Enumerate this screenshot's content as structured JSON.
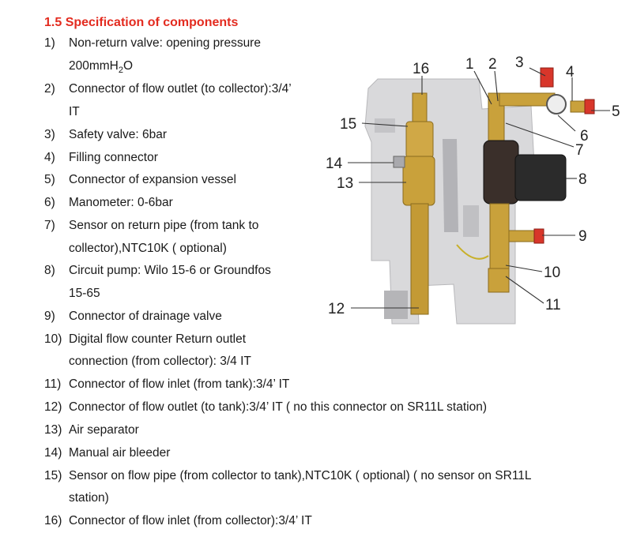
{
  "section": {
    "title": "1.5 Specification of components"
  },
  "items": [
    {
      "num": "1)",
      "lines": [
        "Non-return valve: opening pressure"
      ],
      "extra": {
        "pre": "200mmH",
        "sub": "2",
        "post": "O"
      }
    },
    {
      "num": "2)",
      "lines": [
        "Connector of flow outlet (to collector):3/4’",
        "IT"
      ]
    },
    {
      "num": "3)",
      "lines": [
        "Safety valve: 6bar"
      ]
    },
    {
      "num": "4)",
      "lines": [
        "Filling connector"
      ]
    },
    {
      "num": "5)",
      "lines": [
        "Connector of expansion vessel"
      ]
    },
    {
      "num": "6)",
      "lines": [
        "Manometer: 0-6bar"
      ]
    },
    {
      "num": "7)",
      "lines": [
        "Sensor on return pipe (from tank to",
        "collector),NTC10K ( optional)"
      ]
    },
    {
      "num": "8)",
      "lines": [
        "Circuit pump: Wilo 15-6 or Groundfos",
        "15-65"
      ]
    },
    {
      "num": "9)",
      "lines": [
        "Connector of drainage valve"
      ]
    },
    {
      "num": "10)",
      "lines": [
        "Digital flow counter Return outlet",
        "connection (from collector): 3/4 IT"
      ]
    },
    {
      "num": "11)",
      "lines": [
        "Connector of flow inlet (from tank):3/4’ IT"
      ]
    },
    {
      "num": "12)",
      "lines": [
        "Connector of flow outlet (to tank):3/4’ IT ( no this connector on SR11L station)"
      ]
    },
    {
      "num": "13)",
      "lines": [
        "Air separator"
      ]
    },
    {
      "num": "14)",
      "lines": [
        "Manual air bleeder"
      ]
    },
    {
      "num": "15)",
      "lines": [
        "Sensor on flow pipe (from collector to tank),NTC10K ( optional) ( no sensor on SR11L",
        "station)"
      ]
    },
    {
      "num": "16)",
      "lines": [
        "Connector of flow inlet (from collector):3/4’ IT"
      ]
    }
  ],
  "figure": {
    "callouts": [
      "1",
      "2",
      "3",
      "4",
      "5",
      "6",
      "7",
      "8",
      "9",
      "10",
      "11",
      "12",
      "13",
      "14",
      "15",
      "16"
    ]
  },
  "colors": {
    "heading": "#e32b1f",
    "insulation": "#d9d9db",
    "brass": "#c9a13b",
    "red_valve": "#d8362a",
    "pump": "#2b2b2b"
  }
}
